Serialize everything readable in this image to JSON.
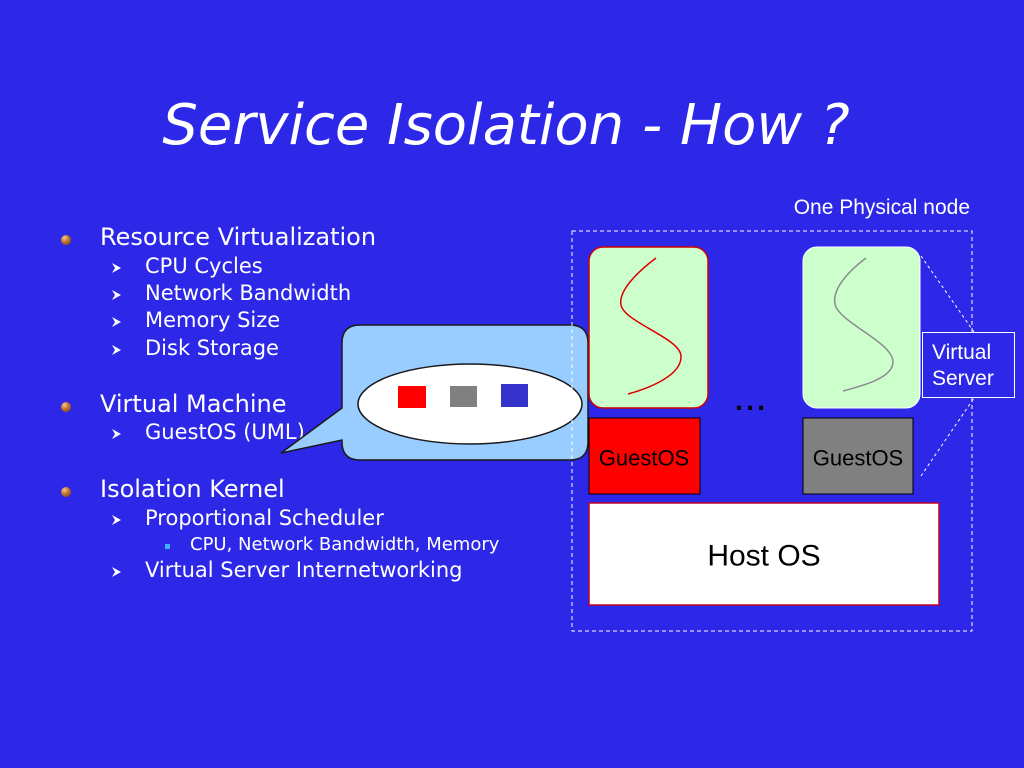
{
  "slide": {
    "title": "Service Isolation - How ?"
  },
  "colors": {
    "background": "#2d27e8",
    "text": "#ffffff",
    "bullet_sphere": "#c07030",
    "sub_bullet_arrow": "#ffffff",
    "sub_sub_bullet_square": "#40b0ff",
    "callout_fill": "#99ccff",
    "process_fill": "#ccffcc",
    "host_os_fill": "#ffffff"
  },
  "icons": {
    "level1_bullet": "sphere-bullet-icon",
    "level2_bullet": "arrow-bullet-icon",
    "level3_bullet": "square-bullet-icon"
  },
  "bullets": [
    {
      "text": "Resource Virtualization",
      "sub": [
        {
          "text": "CPU Cycles"
        },
        {
          "text": "Network Bandwidth"
        },
        {
          "text": "Memory Size"
        },
        {
          "text": "Disk Storage"
        }
      ]
    },
    {
      "text": "Virtual Machine",
      "sub": [
        {
          "text": "GuestOS (UML)"
        }
      ]
    },
    {
      "text": "Isolation Kernel",
      "sub": [
        {
          "text": "Proportional Scheduler",
          "sub": [
            {
              "text": "CPU, Network Bandwidth, Memory"
            }
          ]
        },
        {
          "text": "Virtual Server Internetworking"
        }
      ]
    }
  ],
  "callout": {
    "squares": [
      "#ff0000",
      "#808080",
      "#3333cc"
    ]
  },
  "diagram": {
    "node_label": "One Physical node",
    "virtual_server_label": "Virtual Server",
    "ellipsis": "...",
    "guests": [
      {
        "label": "GuestOS",
        "fill": "#ff0000",
        "process_border": "#cc0000",
        "process_wave": "#dd0000"
      },
      {
        "label": "GuestOS",
        "fill": "#808080",
        "process_border": "#ffffff",
        "process_wave": "#8c8c8c"
      }
    ],
    "host_os": "Host OS"
  }
}
